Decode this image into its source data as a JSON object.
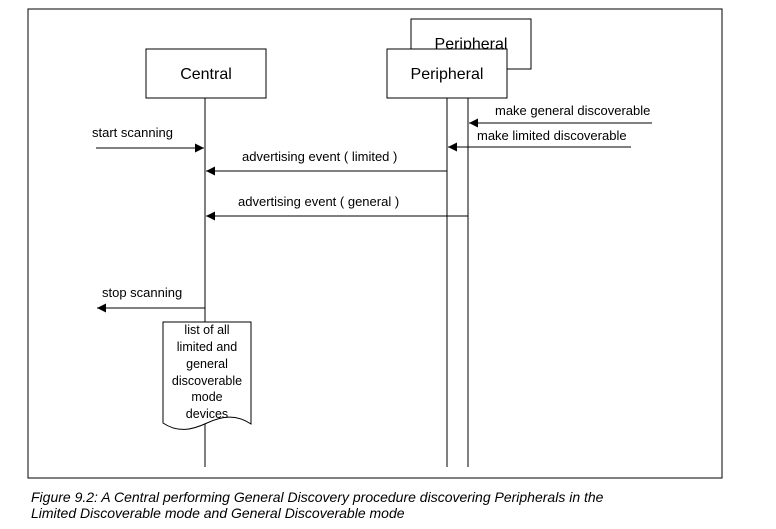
{
  "diagram": {
    "participants": {
      "central": "Central",
      "peripheral_back": "Peripheral",
      "peripheral_front": "Peripheral"
    },
    "messages": {
      "make_general": "make general discoverable",
      "make_limited": "make limited discoverable",
      "start_scanning": "start scanning",
      "adv_limited": "advertising event ( limited )",
      "adv_general": "advertising event ( general )",
      "stop_scanning": "stop scanning"
    },
    "note_lines": [
      "list of all",
      "limited and",
      "general",
      "discoverable",
      "mode",
      "devices"
    ]
  },
  "caption": {
    "line1": "Figure 9.2:  A Central performing General Discovery procedure discovering Peripherals in the",
    "line2": "Limited Discoverable mode and General Discoverable mode"
  }
}
